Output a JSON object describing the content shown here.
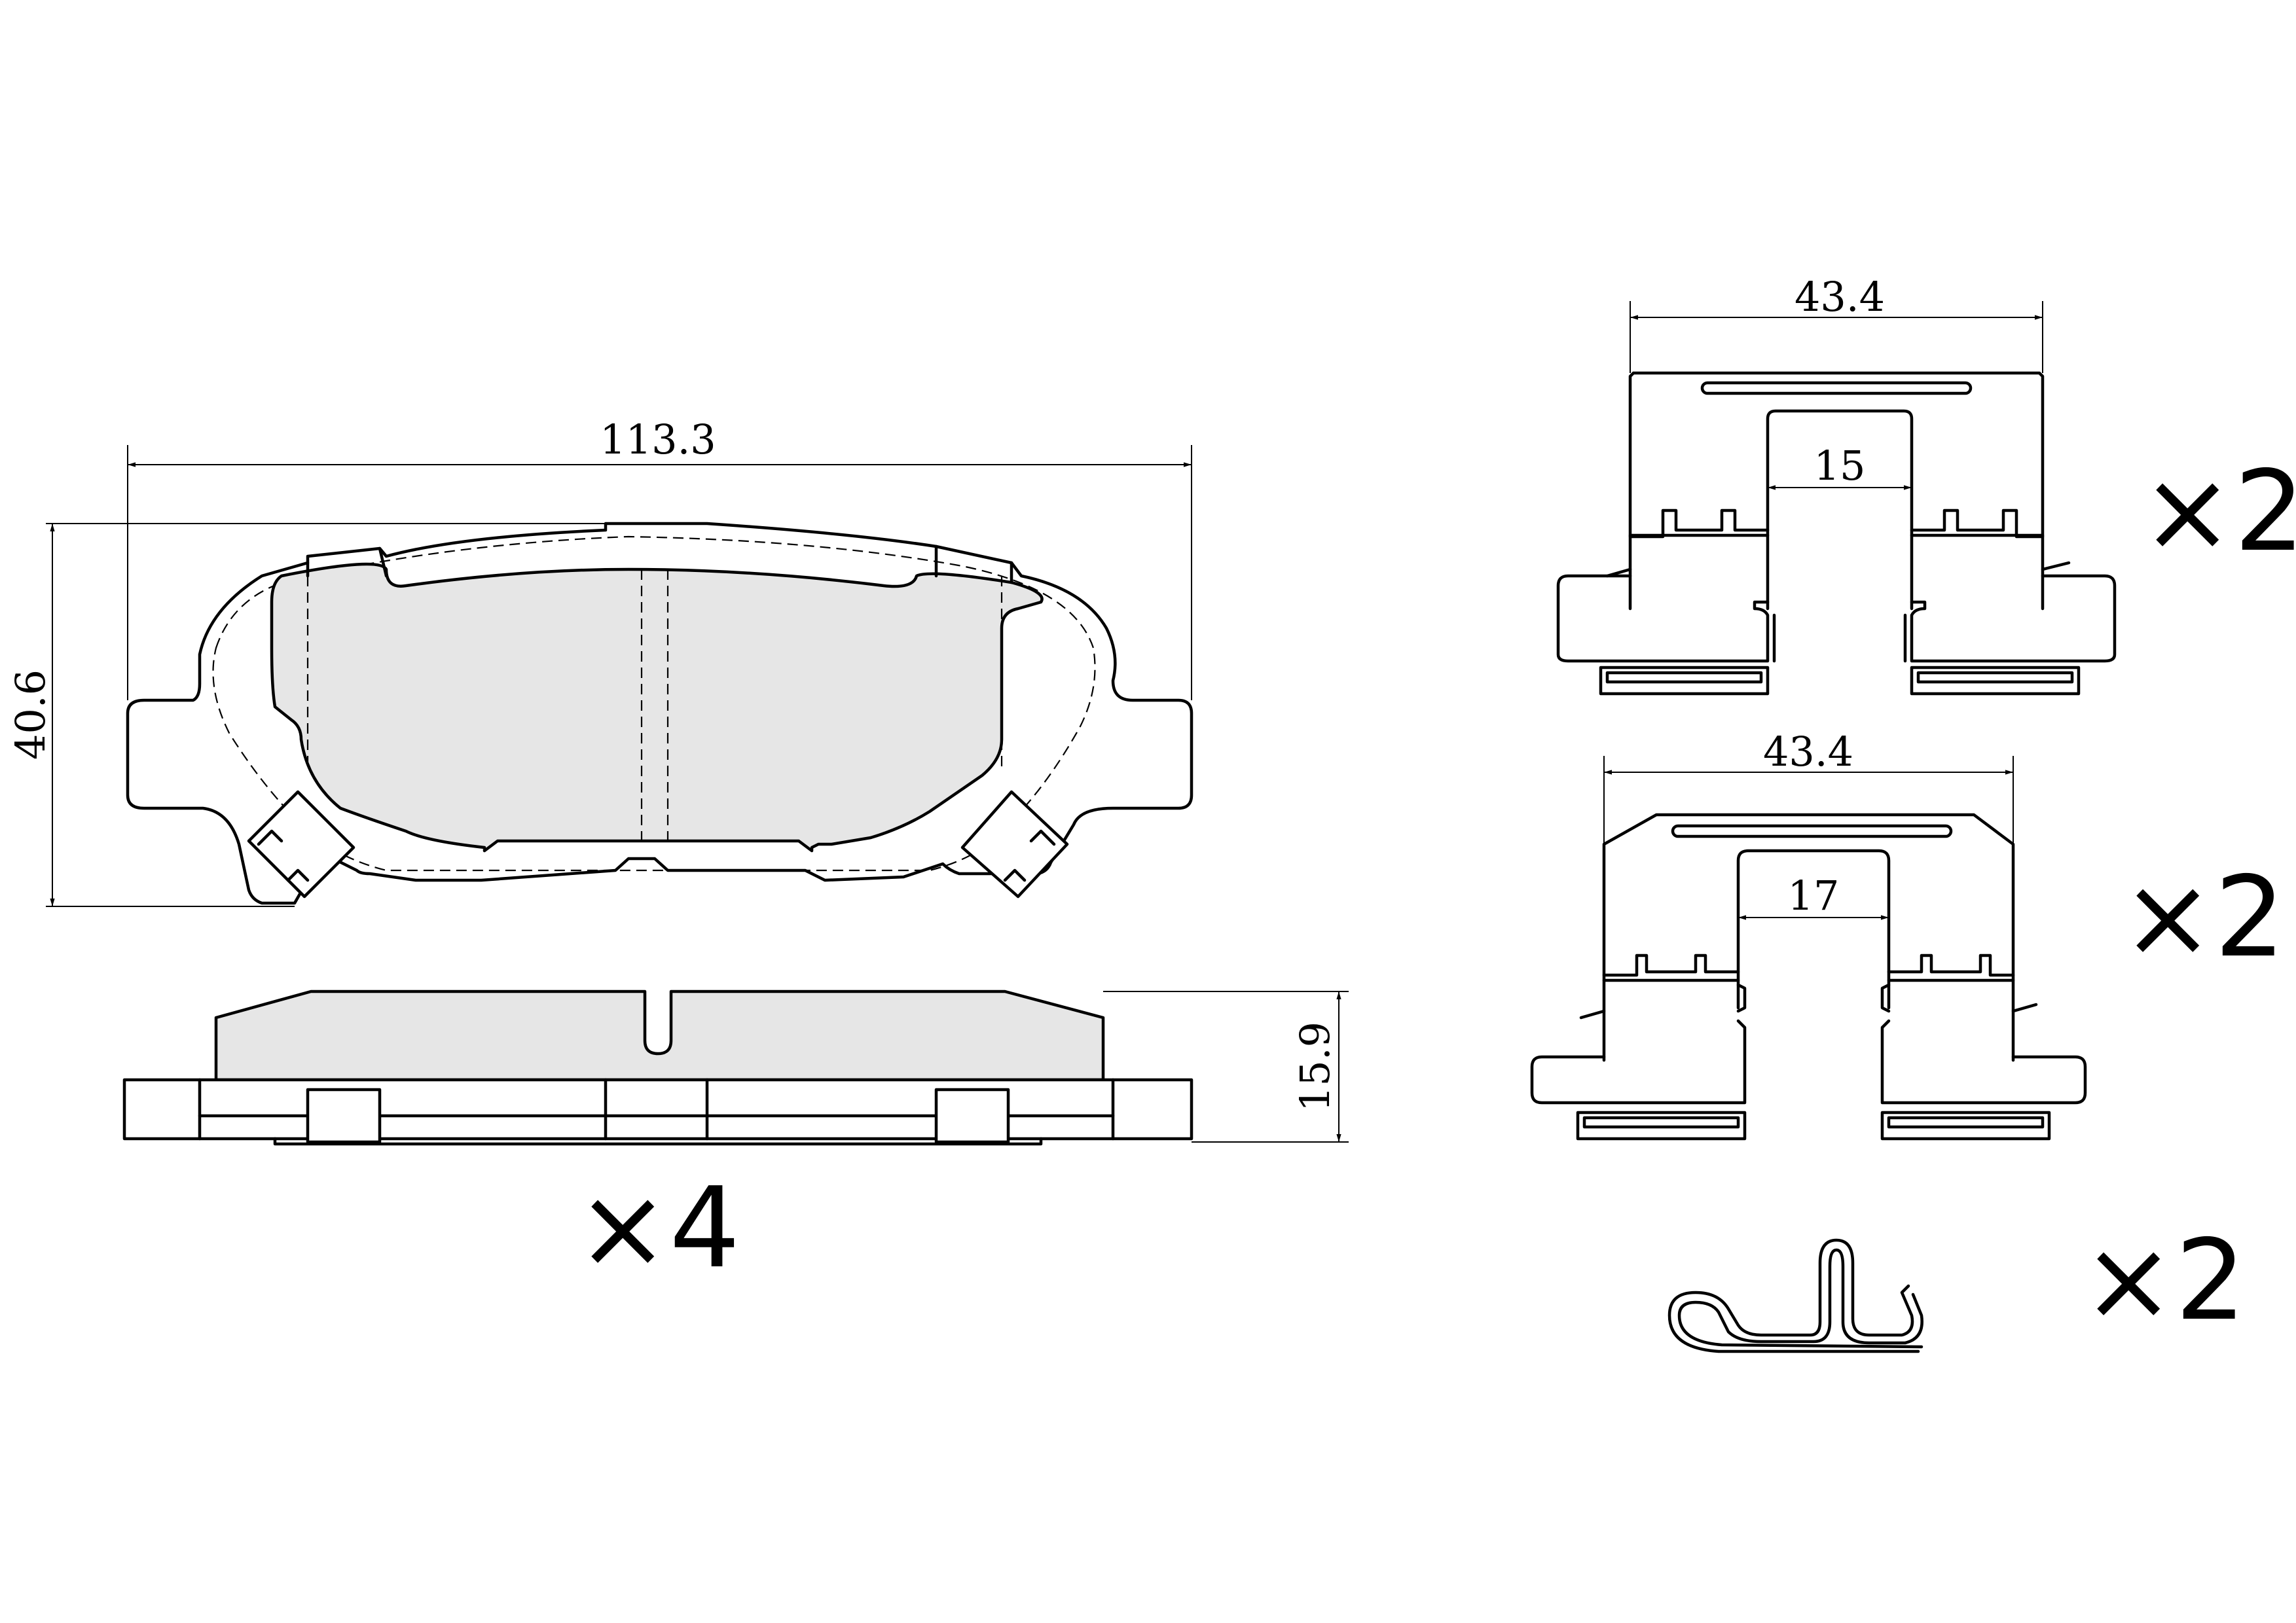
{
  "pad": {
    "width_label": "113.3",
    "height_label": "40.6",
    "thickness_label": "15.9",
    "quantity": "×4"
  },
  "clip_a": {
    "outer_width_label": "43.4",
    "inner_width_label": "15",
    "quantity": "×2"
  },
  "clip_b": {
    "outer_width_label": "43.4",
    "inner_width_label": "17",
    "quantity": "×2"
  },
  "spring": {
    "quantity": "×2"
  },
  "colors": {
    "line": "#000000",
    "friction_material": "#e6e6e6",
    "background": "#ffffff"
  }
}
